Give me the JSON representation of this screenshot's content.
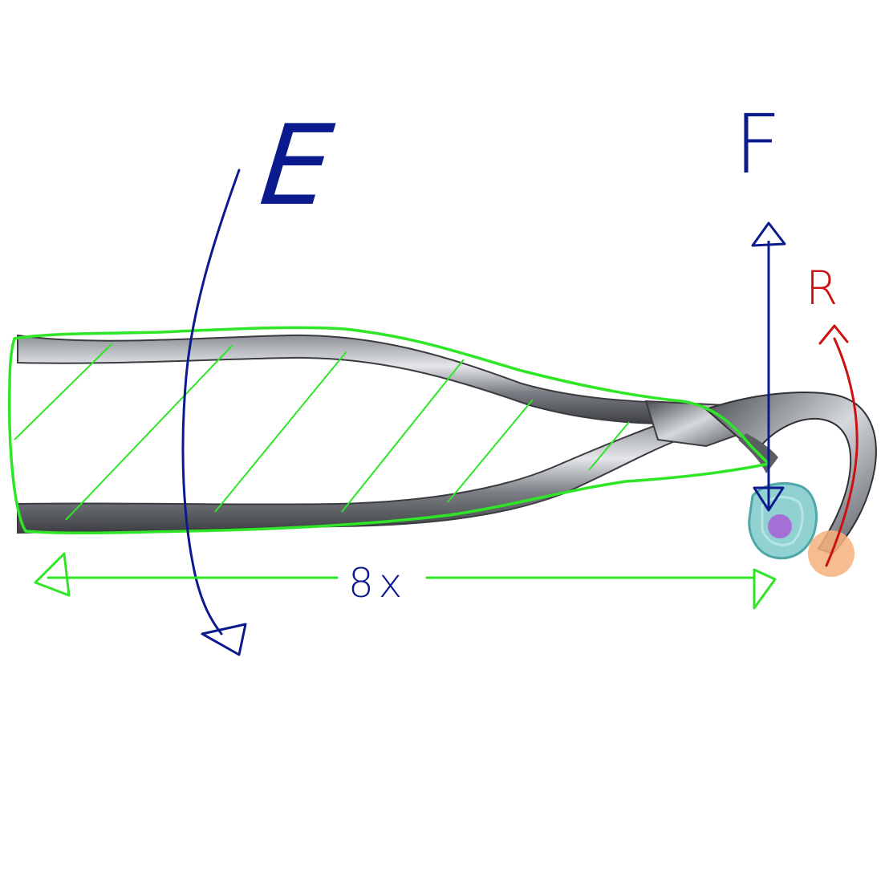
{
  "labels": {
    "effort": "E",
    "fulcrum": "F",
    "resistance": "R",
    "length": "8x"
  },
  "colors": {
    "ink_blue": "#0b1a8c",
    "outline_green": "#2ee626",
    "resistance_red": "#cc1111",
    "tooth_teal": "#7fc9c9",
    "fulcrum_dot": "#a56ad6",
    "resistance_dot": "#f6b27d",
    "steel_dark": "#3d3f44",
    "steel_light": "#c9ccd1"
  },
  "icons": {
    "effort_arrow": "curved-down-arrow",
    "fulcrum_arrow": "double-headed-vertical-arrow",
    "resistance_arrow": "curved-up-arrow",
    "length_arrow": "double-headed-horizontal-arrow"
  }
}
